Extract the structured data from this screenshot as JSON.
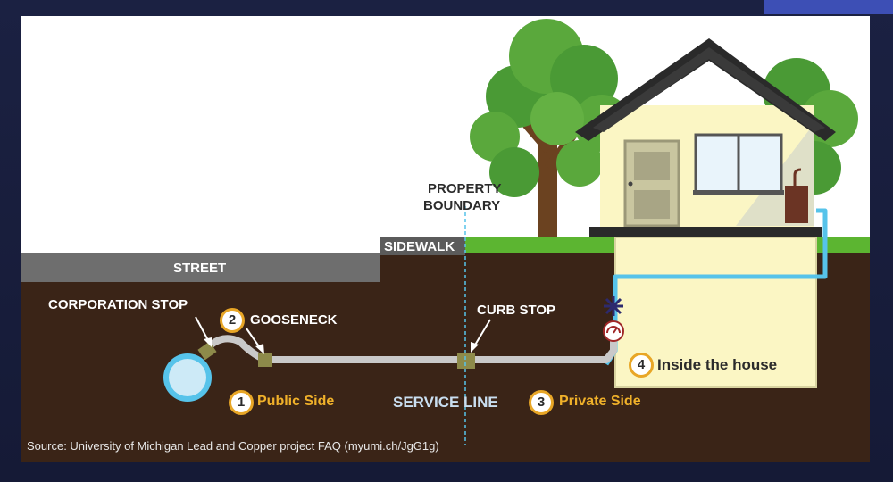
{
  "labels": {
    "property_boundary_line1": "PROPERTY",
    "property_boundary_line2": "BOUNDARY",
    "sidewalk": "SIDEWALK",
    "street": "STREET",
    "corporation_stop": "CORPORATION STOP",
    "gooseneck": "GOOSENECK",
    "curb_stop": "CURB STOP",
    "service_line": "SERVICE LINE",
    "inside_house": "Inside the house",
    "public_side": "Public Side",
    "private_side": "Private Side"
  },
  "markers": {
    "m1": "1",
    "m2": "2",
    "m3": "3",
    "m4": "4"
  },
  "source": "Source: University of Michigan Lead and Copper project FAQ (myumi.ch/JgG1g)",
  "colors": {
    "soil": "#3a2417",
    "grass": "#5cb531",
    "street": "#6e6e6e",
    "pipe": "#c9c9c9",
    "water_main": "#56c3ea",
    "house_wall": "#fbf6c4",
    "accent_gold": "#f0b12a",
    "frame": "#1a1f3c"
  }
}
